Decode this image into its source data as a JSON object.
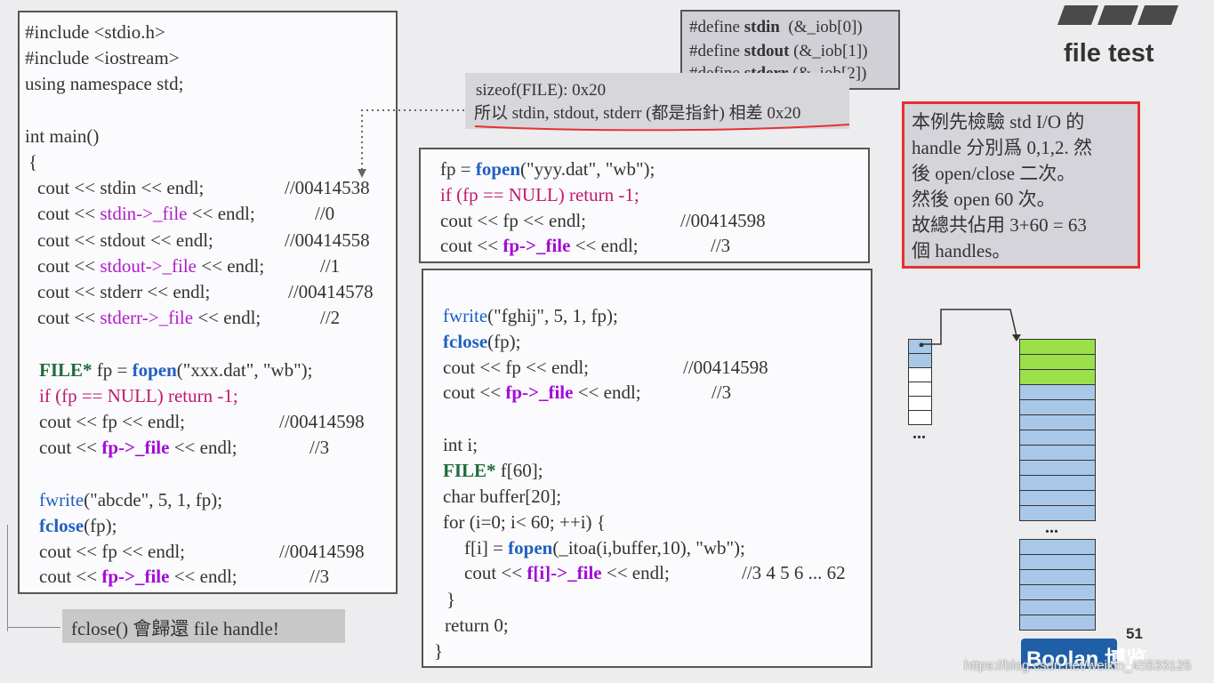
{
  "title": "file test",
  "page_number": "51",
  "watermark": "https://blog.csdn.net/weixin_45533125",
  "logo_text": "Boolan 博览",
  "left_code": {
    "includes": [
      "#include <stdio.h>",
      "#include <iostream>",
      "using namespace std;"
    ],
    "main": "int main()",
    "brace_open": "{",
    "std_lines": [
      {
        "pre": "cout << ",
        "hl": "stdin",
        "post": " << endl;",
        "comment": "//00414538"
      },
      {
        "pre": "cout << ",
        "hl": "stdin->_file",
        "post": " << endl;",
        "comment": "//0"
      },
      {
        "pre": "cout << ",
        "hl": "stdout",
        "post": " << endl;",
        "comment": "//00414558"
      },
      {
        "pre": "cout << ",
        "hl": "stdout->_file",
        "post": " << endl;",
        "comment": "//1"
      },
      {
        "pre": "cout << ",
        "hl": "stderr",
        "post": " << endl;",
        "comment": "//00414578"
      },
      {
        "pre": "cout << ",
        "hl": "stderr->_file",
        "post": " << endl;",
        "comment": "//2"
      }
    ],
    "file_decl": {
      "type": "FILE*",
      "mid": " fp = ",
      "fn": "fopen",
      "args": "(\"xxx.dat\", \"wb\");"
    },
    "if_line": "if (fp == NULL) return -1;",
    "fp_line": {
      "text": "cout << fp << endl;",
      "comment": "//00414598"
    },
    "fp_file_line": {
      "pre": "cout << ",
      "hl": "fp->_file",
      "post": " << endl;",
      "comment": "//3"
    },
    "fwrite_line": {
      "fn": "fwrite",
      "args": "(\"abcde\", 5, 1, fp);"
    },
    "fclose_line": {
      "fn": "fclose",
      "args": "(fp);"
    },
    "fp_line2": {
      "text": "cout << fp << endl;",
      "comment": "//00414598"
    },
    "fp_file_line2": {
      "pre": "cout << ",
      "hl": "fp->_file",
      "post": " << endl;",
      "comment": "//3"
    }
  },
  "fclose_note": "fclose() 會歸還 file handle!",
  "defines": [
    {
      "pre": "#define ",
      "name": "stdin",
      "post": "  (&_iob[0])"
    },
    {
      "pre": "#define ",
      "name": "stdout",
      "post": " (&_iob[1])"
    },
    {
      "pre": "#define ",
      "name": "stderr",
      "post": " (&_iob[2])"
    }
  ],
  "sizeof_note": {
    "line1": "sizeof(FILE): 0x20",
    "line2": "所以 stdin, stdout, stderr (都是指針) 相差 0x20"
  },
  "mid_box1": {
    "l1": {
      "pre": "fp = ",
      "fn": "fopen",
      "args": "(\"yyy.dat\", \"wb\");"
    },
    "l2": "if (fp == NULL) return -1;",
    "l3": {
      "text": "cout << fp << endl;",
      "comment": "//00414598"
    },
    "l4": {
      "pre": "cout << ",
      "hl": "fp->_file",
      "post": " << endl;",
      "comment": "//3"
    }
  },
  "mid_box2": {
    "l1": {
      "fn": "fwrite",
      "args": "(\"fghij\", 5, 1, fp);"
    },
    "l2": {
      "fn": "fclose",
      "args": "(fp);"
    },
    "l3": {
      "text": "cout << fp << endl;",
      "comment": "//00414598"
    },
    "l4": {
      "pre": "cout << ",
      "hl": "fp->_file",
      "post": " << endl;",
      "comment": "//3"
    },
    "l5": "int i;",
    "l6": {
      "type": "FILE*",
      "rest": " f[60];"
    },
    "l7": "char buffer[20];",
    "l8": "for (i=0; i< 60; ++i) {",
    "l9": {
      "pre": "f[i] = ",
      "fn": "fopen",
      "args": "(_itoa(i,buffer,10), \"wb\");"
    },
    "l10": {
      "pre": "cout << ",
      "hl": "f[i]->_file",
      "post": " << endl;",
      "comment": "//3 4 5 6 ... 62"
    },
    "l11": "}",
    "l12": "return 0;",
    "l13": "}"
  },
  "explain": [
    "本例先檢驗 std I/O 的",
    "handle 分別爲 0,1,2. 然",
    "後 open/close 二次。",
    "然後 open 60 次。",
    "故總共佔用 3+60 = 63",
    "個 handles。"
  ],
  "ellipsis": "...",
  "colors": {
    "accent_red": "#e83030",
    "green_cell": "#9be04a",
    "blue_cell": "#a9c8e8",
    "code_blue": "#2060c0"
  }
}
